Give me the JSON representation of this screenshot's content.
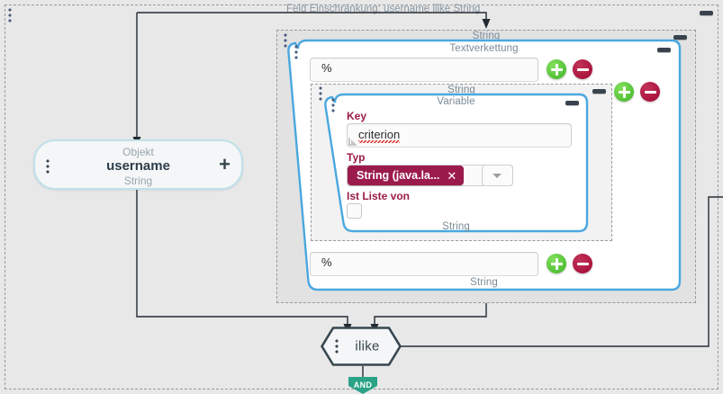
{
  "outer_panel": {
    "title": "Feld Einschränkung: username ilike String",
    "minimize_label": "—"
  },
  "object_node": {
    "kind": "Objekt",
    "name": "username",
    "type": "String",
    "add_label": "+"
  },
  "concat_block": {
    "outer_caption": "String",
    "header": "Textverkettung",
    "footer_caption": "String",
    "rows": [
      {
        "value": "%",
        "add_label": "+",
        "remove_label": "−"
      },
      {
        "value": "%",
        "add_label": "+",
        "remove_label": "−"
      }
    ],
    "side_add_label": "+",
    "side_remove_label": "−"
  },
  "variable_block": {
    "outer_caption": "String",
    "header": "Variable",
    "footer_caption": "String",
    "key_label": "Key",
    "key_value": "criterion",
    "type_label": "Typ",
    "type_token": "String (java.la...",
    "type_token_remove": "✕",
    "is_list_label": "Ist Liste von",
    "is_list_checked": false
  },
  "operator_node": {
    "label": "ilike",
    "badge": "AND"
  },
  "colors": {
    "canvas": "#e8e8e8",
    "panel_blue": "#4aa8e0",
    "accent_red": "#9b1b4c",
    "accent_green": "#4fbf34",
    "accent_crimson": "#a9123c",
    "badge_green": "#2aa387",
    "caption_grey": "#7b8a96"
  }
}
